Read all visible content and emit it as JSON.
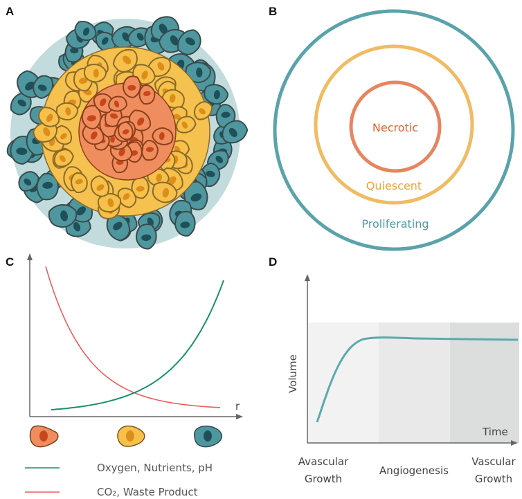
{
  "panels": {
    "a": {
      "letter": "A"
    },
    "b": {
      "letter": "B",
      "rings": [
        {
          "key": "necrotic",
          "label": "Necrotic",
          "color": "#e8845e",
          "text_color": "#e4622c"
        },
        {
          "key": "quiescent",
          "label": "Quiescent",
          "color": "#f0bb62",
          "text_color": "#eaa43a"
        },
        {
          "key": "proliferating",
          "label": "Proliferating",
          "color": "#5aa3aa",
          "text_color": "#4f9aa2"
        }
      ]
    },
    "c": {
      "letter": "C",
      "x_axis_label": "r",
      "legend": [
        {
          "key": "oxygen",
          "label": "Oxygen, Nutrients, pH",
          "color": "#16916a"
        },
        {
          "key": "co2",
          "label": "CO₂,  Waste Product",
          "color": "#ef5b5b"
        }
      ],
      "cell_icons": [
        {
          "key": "necrotic-cell",
          "color": "#f08d5e",
          "nucleus": "#c8461c"
        },
        {
          "key": "quiescent-cell",
          "color": "#f7c04a",
          "nucleus": "#dc8e1a"
        },
        {
          "key": "proliferating-cell",
          "color": "#4f979f",
          "nucleus": "#1f4f57"
        }
      ]
    },
    "d": {
      "letter": "D",
      "y_axis_label": "Volume",
      "x_axis_label": "Time",
      "curve_color": "#5ba9ad",
      "phases": [
        {
          "key": "avascular",
          "line1": "Avascular",
          "line2": "Growth",
          "shade": "#f1f2f1"
        },
        {
          "key": "angiogenesis",
          "line1": "Angiogenesis",
          "line2": "",
          "shade": "#e8e9e8"
        },
        {
          "key": "vascular",
          "line1": "Vascular",
          "line2": "Growth",
          "shade": "#dcdedd"
        }
      ]
    }
  }
}
